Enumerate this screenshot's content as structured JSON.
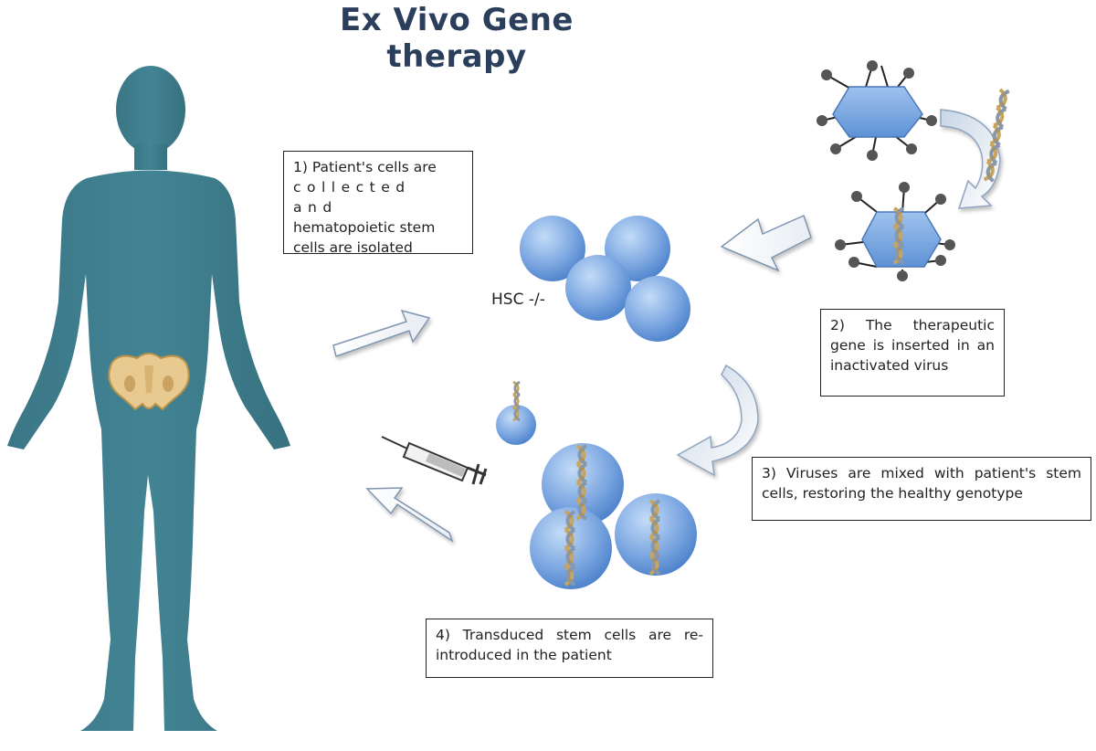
{
  "title": "Ex Vivo Gene therapy",
  "hsc_label": "HSC -/-",
  "steps": [
    {
      "line1": "1) Patient's cells are",
      "line2": "collected and",
      "line3": "hematopoietic stem",
      "line4": "cells are isolated"
    },
    {
      "text": "2) The therapeutic gene is inserted in an inactivated virus"
    },
    {
      "text": "3) Viruses are mixed with patient's stem cells, restoring the healthy genotype"
    },
    {
      "text": "4) Transduced stem cells are re-introduced in the patient"
    }
  ],
  "colors": {
    "body": "#3d7a8a",
    "title": "#2b3f5c",
    "cell_light": "#a9c8ef",
    "cell_dark": "#5b8fd4",
    "dna_gold": "#c9a45a",
    "dna_gray": "#8a97a8",
    "pelvis": "#e8c98f"
  }
}
